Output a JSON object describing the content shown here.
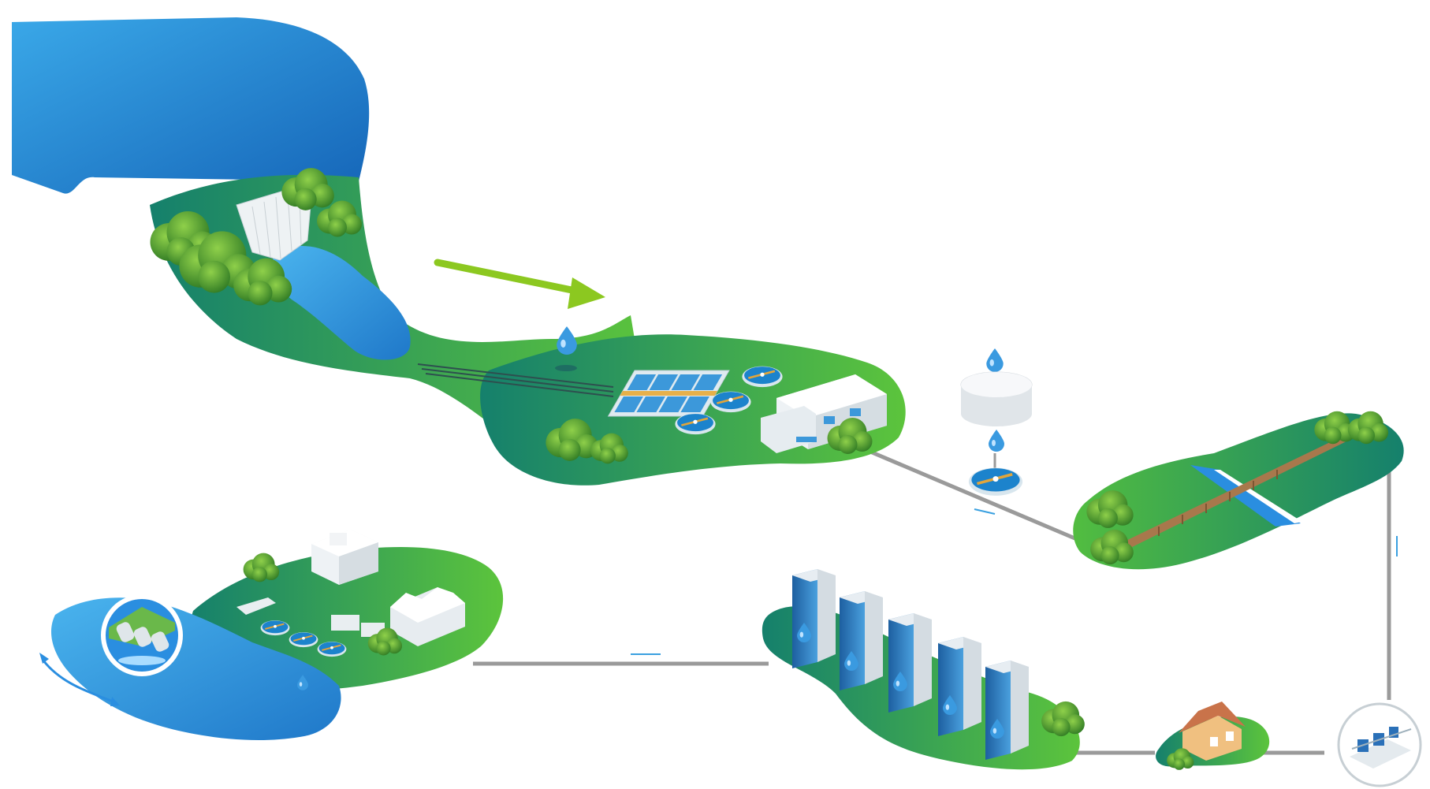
{
  "diagram": {
    "description_free": true,
    "colors": {
      "water_dark": "#1a6fc2",
      "water_light": "#3aa8e8",
      "land_dark": "#17806a",
      "land_light": "#5cc43c",
      "pipe": "#9a9a9a",
      "arrow_green": "#8cc820",
      "tree": "#4f9a2a",
      "building_glass": "#2c7fc0",
      "drop": "#3a9ae0"
    },
    "nodes": [
      {
        "id": "reservoir-dam",
        "icon": "dam-icon"
      },
      {
        "id": "water-treatment-plant",
        "icon": "treatment-plant-icon"
      },
      {
        "id": "storage-tank",
        "icon": "storage-tank-icon"
      },
      {
        "id": "bridge-aqueduct",
        "icon": "bridge-icon"
      },
      {
        "id": "pumping-station",
        "icon": "pump-station-icon"
      },
      {
        "id": "house",
        "icon": "house-icon"
      },
      {
        "id": "city-towers",
        "icon": "skyscraper-icon"
      },
      {
        "id": "wastewater-treatment-plant",
        "icon": "wastewater-plant-icon"
      },
      {
        "id": "outfall",
        "icon": "outfall-pipe-icon"
      }
    ]
  }
}
